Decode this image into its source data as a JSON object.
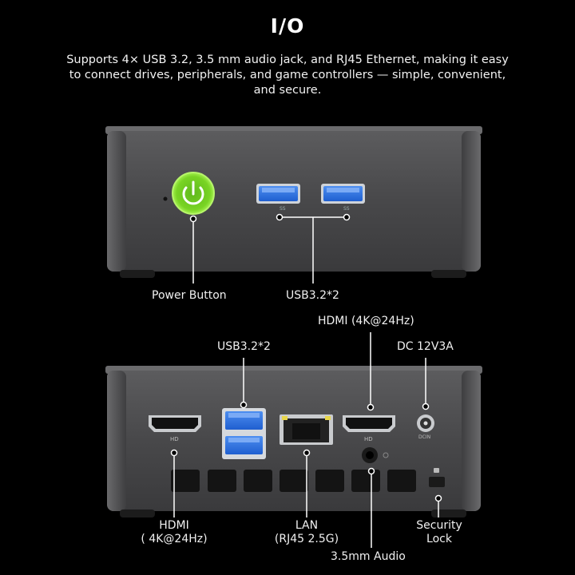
{
  "header": {
    "title": "I/O",
    "description": "Supports 4× USB 3.2, 3.5 mm audio jack, and RJ45 Ethernet, making it easy to connect drives, peripherals, and game controllers — simple, convenient, and secure."
  },
  "front_panel": {
    "power_label": "Power Button",
    "usb_label": "USB3.2*2",
    "usb_port_mark": "SS"
  },
  "rear_panel": {
    "usb_label": "USB3.2*2",
    "hdmi_top_label": "HDMI (4K@24Hz)",
    "dc_label": "DC 12V3A",
    "hdmi_left_label_line1": "HDMI",
    "hdmi_left_label_line2": "( 4K@24Hz)",
    "lan_label_line1": "LAN",
    "lan_label_line2": "(RJ45 2.5G)",
    "audio_label": "3.5mm Audio",
    "security_label_line1": "Security",
    "security_label_line2": "Lock",
    "hd_mark": "HD",
    "dcin_mark": "DCIN"
  },
  "colors": {
    "background": "#000000",
    "chassis": "#4a4a4c",
    "power_ring": "#7ed321"
  }
}
